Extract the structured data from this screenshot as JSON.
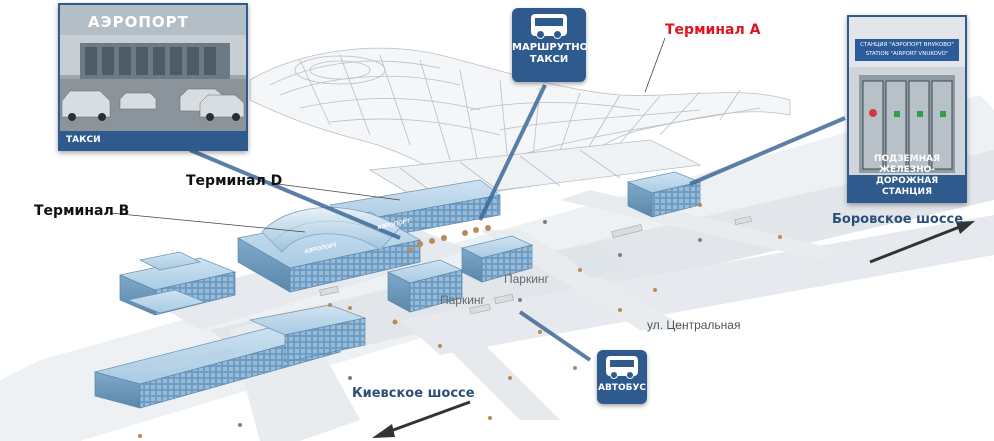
{
  "labels": {
    "terminal_a": "Терминал А",
    "terminal_d": "Терминал D",
    "terminal_b": "Терминал В",
    "parking_1": "Паркинг",
    "parking_2": "Паркинг",
    "street_central": "ул. Центральная",
    "kiev_highway": "Киевское шоссе",
    "borovskoe_highway": "Боровское шоссе"
  },
  "cards": {
    "taxi_photo_caption": "ТАКСИ",
    "taxi_photo_sign": "АЭРОПОРТ",
    "station_photo_caption_line1": "ПОДЗЕМНАЯ ЖЕЛЕЗНО-",
    "station_photo_caption_line2": "ДОРОЖНАЯ  СТАНЦИЯ",
    "station_sign_line1": "СТАНЦИЯ \"АЭРОПОРТ ВНУКОВО\"",
    "station_sign_line2": "STATION \"AIRPORT VNUKOVO\""
  },
  "badges": {
    "minibus_line1": "МАРШРУТНОЕ",
    "minibus_line2": "ТАКСИ",
    "bus": "АВТОБУС"
  },
  "building_signs": {
    "terminal_b_sign": "АЭРОПОРТ",
    "terminal_d_sign": "АЭРОПОРТ"
  },
  "colors": {
    "accent_blue": "#2f5a8e",
    "terminal_a_red": "#e0141e",
    "building_blue": "#8fb9d6",
    "road_gray": "#e4e8ec"
  }
}
